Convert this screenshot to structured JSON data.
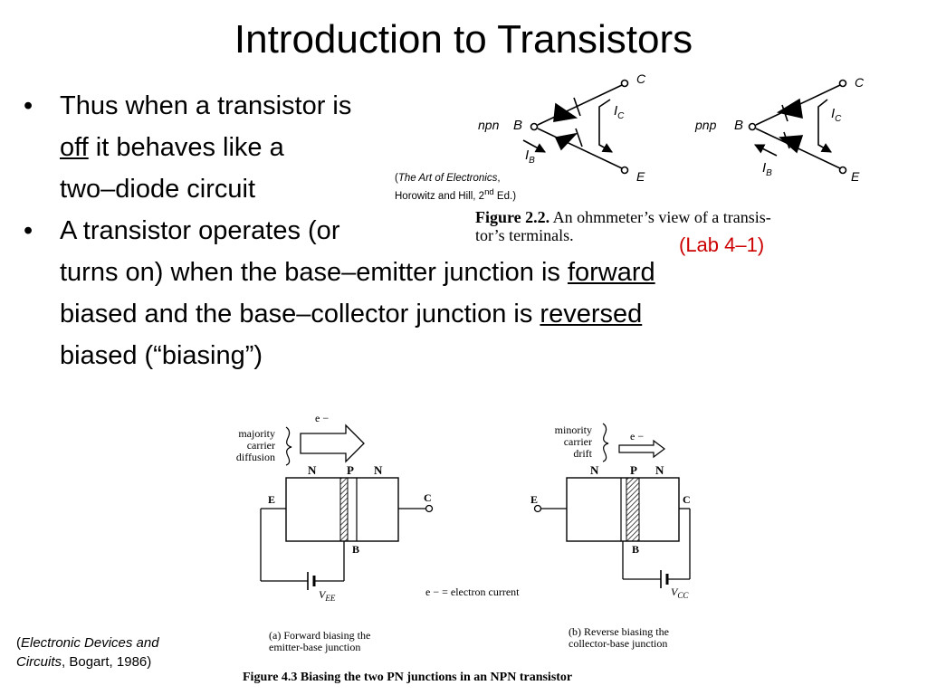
{
  "slide": {
    "title": "Introduction to Transistors",
    "bullet_symbol": "•",
    "bullet1": {
      "line1": "Thus when a transistor is",
      "off": "off",
      "line2_rest": " it behaves like a",
      "line3": "two–diode circuit"
    },
    "bullet2": {
      "line1": "A transistor operates (or",
      "line2_pre": "turns on) when the base–emitter junction is ",
      "forward": "forward",
      "line3_pre": "biased and the base–collector junction is ",
      "reversed": "reversed",
      "line4": "biased (“biasing”)"
    },
    "lab_ref": "(Lab 4–1)"
  },
  "citation_top": {
    "open": "(",
    "book": "The Art of Electronics",
    "rest1": ",",
    "line2": "Horowitz and Hill, 2",
    "sup": "nd",
    "line2_end": " Ed.)"
  },
  "figure_2_2": {
    "caption_bold": "Figure 2.2.",
    "caption_line1": "  An ohmmeter’s view of a transis-",
    "caption_line2": "tor’s terminals.",
    "npn": {
      "type": "npn",
      "base": "B",
      "collector": "C",
      "emitter": "E",
      "ic": "I",
      "ic_sub": "C",
      "ib": "I",
      "ib_sub": "B"
    },
    "pnp": {
      "type": "pnp",
      "base": "B",
      "collector": "C",
      "emitter": "E",
      "ic": "I",
      "ic_sub": "C",
      "ib": "I",
      "ib_sub": "B"
    }
  },
  "figure_4_3": {
    "caption": "Figure 4.3 Biasing the two PN junctions in an NPN transistor",
    "legend": "e −  =  electron current",
    "left": {
      "note_lines": [
        "majority",
        "carrier",
        "diffusion"
      ],
      "electron": "e −",
      "regions": [
        "N",
        "P",
        "N"
      ],
      "terminal_e": "E",
      "terminal_c": "C",
      "terminal_b": "B",
      "source": "V",
      "source_sub": "EE",
      "sub_caption_line1": "(a) Forward biasing the",
      "sub_caption_line2": "emitter-base junction"
    },
    "right": {
      "note_lines": [
        "minority",
        "carrier",
        "drift"
      ],
      "electron": "e −",
      "regions": [
        "N",
        "P",
        "N"
      ],
      "terminal_e": "E",
      "terminal_c": "C",
      "terminal_b": "B",
      "source": "V",
      "source_sub": "CC",
      "sub_caption_line1": "(b) Reverse biasing the",
      "sub_caption_line2": "collector-base junction"
    }
  },
  "citation_bottom": {
    "open": "(",
    "book_line1": "Electronic Devices and",
    "book_line2": "Circuits",
    "rest": ", Bogart, 1986)"
  }
}
